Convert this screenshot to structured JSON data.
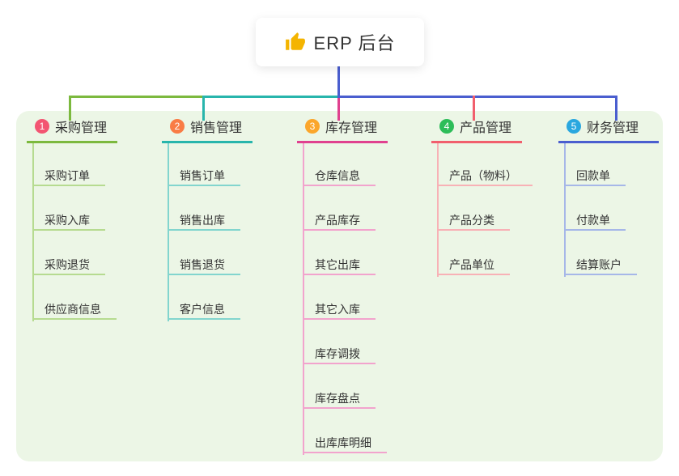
{
  "root": {
    "title": "ERP 后台",
    "icon": "thumbs-up"
  },
  "branches": [
    {
      "index": "1",
      "title": "采购管理",
      "badge_color": "#f35572",
      "line_color": "#7cb93e",
      "child_line_color": "#b6db90",
      "children": [
        "采购订单",
        "采购入库",
        "采购退货",
        "供应商信息"
      ]
    },
    {
      "index": "2",
      "title": "销售管理",
      "badge_color": "#f97c45",
      "line_color": "#28b5ac",
      "child_line_color": "#82d5ce",
      "children": [
        "销售订单",
        "销售出库",
        "销售退货",
        "客户信息"
      ]
    },
    {
      "index": "3",
      "title": "库存管理",
      "badge_color": "#fba62b",
      "line_color": "#e0418f",
      "child_line_color": "#f2a3cd",
      "children": [
        "仓库信息",
        "产品库存",
        "其它出库",
        "其它入库",
        "库存调拨",
        "库存盘点",
        "出库库明细"
      ]
    },
    {
      "index": "4",
      "title": "产品管理",
      "badge_color": "#2dbd59",
      "line_color": "#f15f6d",
      "child_line_color": "#f8b1b6",
      "children": [
        "产品（物料）",
        "产品分类",
        "产品单位"
      ]
    },
    {
      "index": "5",
      "title": "财务管理",
      "badge_color": "#2aa7df",
      "line_color": "#4a5ecf",
      "child_line_color": "#a6b7e8",
      "children": [
        "回款单",
        "付款单",
        "结算账户"
      ]
    }
  ],
  "colors": {
    "canvas_bg": "#ffffff",
    "panel_bg": "#ecf6e6",
    "root_connector_blue": "#4a5ecf",
    "text": "#333333",
    "thumb_icon": "#f4b400"
  }
}
